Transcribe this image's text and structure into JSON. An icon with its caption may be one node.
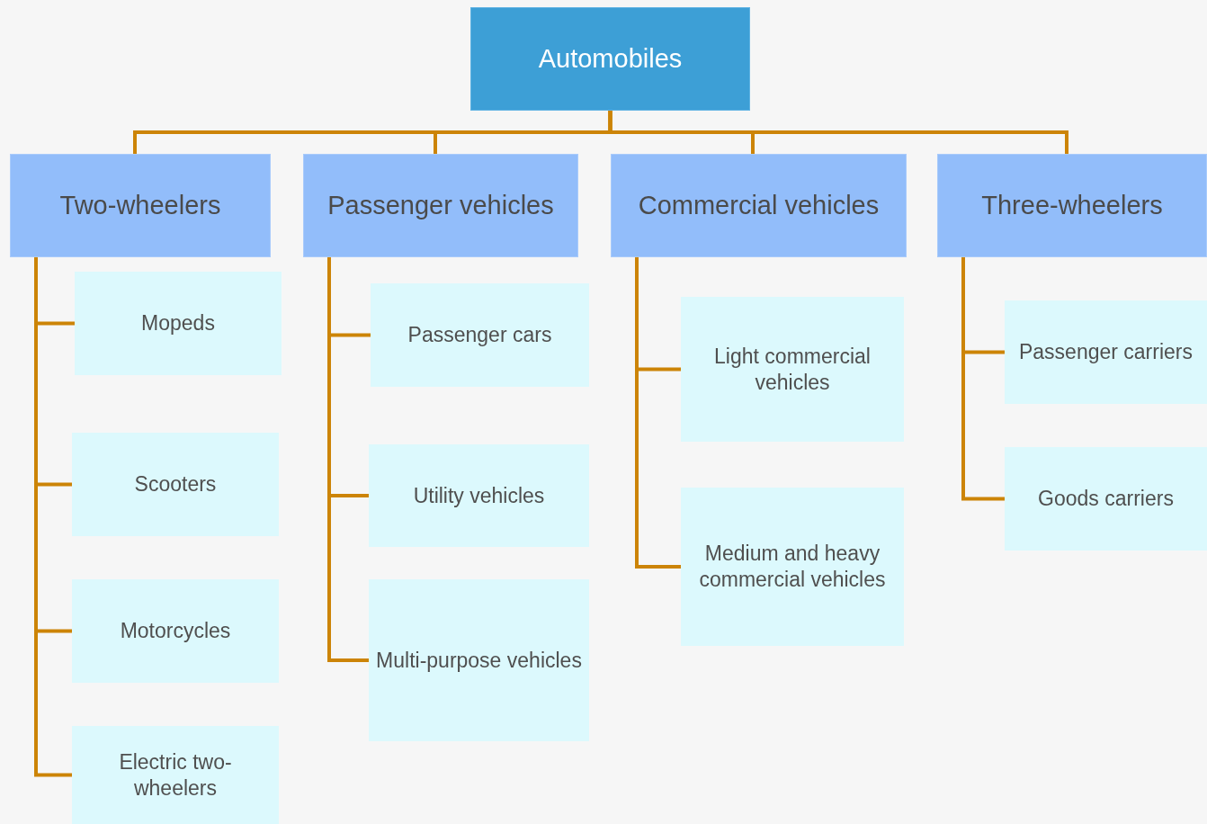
{
  "diagram": {
    "nodes": [
      {
        "text": [
          "Automobiles"
        ]
      },
      {
        "text": [
          "Two-wheelers"
        ]
      },
      {
        "text": [
          "Passenger vehicles"
        ]
      },
      {
        "text": [
          "Commercial vehicles"
        ]
      },
      {
        "text": [
          "Three-wheelers"
        ]
      },
      {
        "text": [
          "Mopeds"
        ]
      },
      {
        "text": [
          "Scooters"
        ]
      },
      {
        "text": [
          "Motorcycles"
        ]
      },
      {
        "text": [
          "Electric two-wheelers"
        ]
      },
      {
        "text": [
          "Passenger cars"
        ]
      },
      {
        "text": [
          "Utility vehicles"
        ]
      },
      {
        "text": [
          "Multi-purpose vehicles"
        ]
      },
      {
        "text": [
          "Light commercial vehicles"
        ]
      },
      {
        "text": [
          "Medium and heavy commercial vehicles"
        ]
      },
      {
        "text": [
          "Passenger carriers"
        ]
      },
      {
        "text": [
          "Goods carriers"
        ]
      }
    ],
    "edges": [
      {
        "from": 0,
        "to": 1,
        "arrow": "none"
      },
      {
        "from": 0,
        "to": 2,
        "arrow": "none"
      },
      {
        "from": 0,
        "to": 3,
        "arrow": "none"
      },
      {
        "from": 0,
        "to": 4,
        "arrow": "none"
      },
      {
        "from": 1,
        "to": 5,
        "arrow": "none"
      },
      {
        "from": 1,
        "to": 6,
        "arrow": "none"
      },
      {
        "from": 1,
        "to": 7,
        "arrow": "none"
      },
      {
        "from": 1,
        "to": 8,
        "arrow": "none"
      },
      {
        "from": 2,
        "to": 9,
        "arrow": "none"
      },
      {
        "from": 2,
        "to": 10,
        "arrow": "none"
      },
      {
        "from": 2,
        "to": 11,
        "arrow": "none"
      },
      {
        "from": 3,
        "to": 12,
        "arrow": "none"
      },
      {
        "from": 3,
        "to": 13,
        "arrow": "none"
      },
      {
        "from": 4,
        "to": 14,
        "arrow": "none"
      },
      {
        "from": 4,
        "to": 15,
        "arrow": "none"
      }
    ]
  }
}
